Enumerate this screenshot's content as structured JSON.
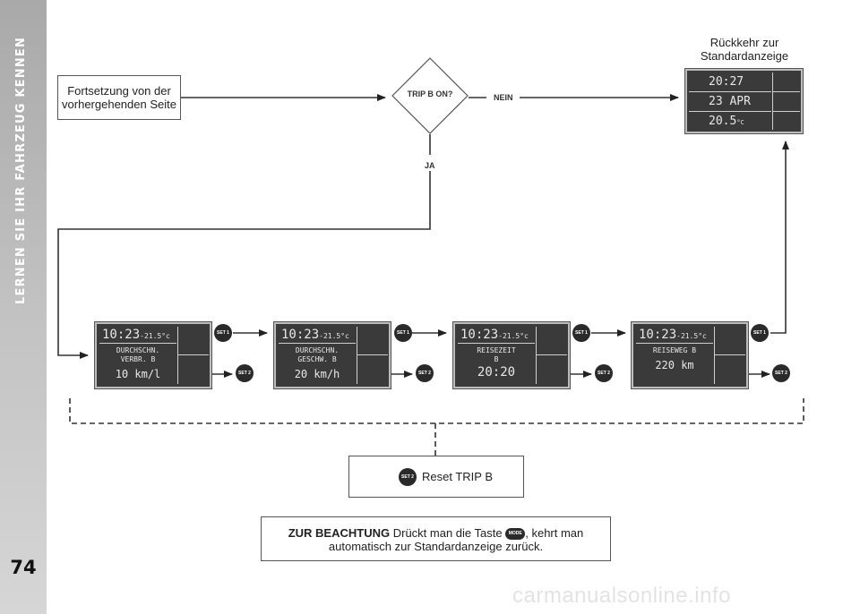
{
  "sidebar": {
    "title": "LERNEN SIE IHR FAHRZEUG KENNEN",
    "page_number": "74"
  },
  "flow": {
    "start_text": "Fortsetzung von der vorhergehenden Seite",
    "decision": "TRIP B ON?",
    "no_label": "NEIN",
    "yes_label": "JA",
    "return_label": "Rückkehr zur Standardanzeige",
    "standard_display": {
      "time": "20:27",
      "date": "23 APR",
      "temp": "20.5",
      "temp_unit": "°C"
    }
  },
  "screens": [
    {
      "time": "10:23",
      "temp": "-21.5°c",
      "line1": "DURCHSCHN.",
      "line2": "VERBR. B",
      "value": "10 km/l"
    },
    {
      "time": "10:23",
      "temp": "-21.5°c",
      "line1": "DURCHSCHN.",
      "line2": "GESCHW. B",
      "value": "20 km/h"
    },
    {
      "time": "10:23",
      "temp": "-21.5°c",
      "line1": "REISEZEIT",
      "line2": "B",
      "value": "20:20"
    },
    {
      "time": "10:23",
      "temp": "-21.5°c",
      "line1": "REISEWEG B",
      "line2": "",
      "value": "220 km"
    }
  ],
  "buttons": {
    "set1": "SET 1",
    "set2": "SET 2",
    "mode": "MODE"
  },
  "reset": {
    "text": "Reset TRIP B"
  },
  "note": {
    "heading": "ZUR BEACHTUNG",
    "before": "Drückt man die Taste",
    "after": ", kehrt man",
    "line2": "automatisch zur Standardanzeige zurück."
  },
  "watermark": "carmanualsonline.info"
}
